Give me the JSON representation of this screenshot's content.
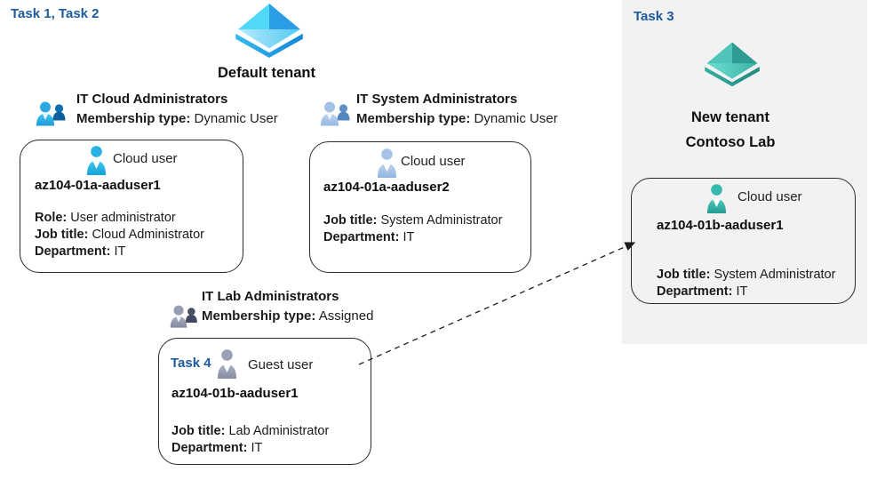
{
  "left": {
    "task_label": "Task 1, Task 2",
    "tenant_name": "Default tenant",
    "groups": [
      {
        "name": "IT Cloud Administrators",
        "membership_label": "Membership type:",
        "membership_value": "Dynamic User"
      },
      {
        "name": "IT System Administrators",
        "membership_label": "Membership type:",
        "membership_value": "Dynamic User"
      },
      {
        "name": "IT Lab Administrators",
        "membership_label": "Membership type:",
        "membership_value": "Assigned"
      }
    ],
    "cards": [
      {
        "user_type": "Cloud user",
        "name": "az104-01a-aaduser1",
        "attributes": [
          {
            "label": "Role:",
            "value": "User administrator"
          },
          {
            "label": "Job title:",
            "value": "Cloud Administrator"
          },
          {
            "label": "Department:",
            "value": "IT"
          }
        ]
      },
      {
        "user_type": "Cloud user",
        "name": "az104-01a-aaduser2",
        "attributes": [
          {
            "label": "Job title:",
            "value": "System Administrator"
          },
          {
            "label": "Department:",
            "value": "IT"
          }
        ]
      },
      {
        "task_label": "Task 4",
        "user_type": "Guest user",
        "name": "az104-01b-aaduser1",
        "attributes": [
          {
            "label": "Job title:",
            "value": "Lab Administrator"
          },
          {
            "label": "Department:",
            "value": "IT"
          }
        ]
      }
    ]
  },
  "right": {
    "task_label": "Task 3",
    "tenant_name_line1": "New tenant",
    "tenant_name_line2": "Contoso Lab",
    "card": {
      "user_type": "Cloud user",
      "name": "az104-01b-aaduser1",
      "attributes": [
        {
          "label": "Job title:",
          "value": "System Administrator"
        },
        {
          "label": "Department:",
          "value": "IT"
        }
      ]
    }
  },
  "icons": {
    "tenant_blue": "azure-ad-diamond-blue",
    "tenant_teal": "azure-ad-diamond-teal",
    "group": "two-people-silhouette",
    "cloud_user": "person-silhouette",
    "guest_user": "person-silhouette-gray"
  },
  "colors": {
    "task_label": "#1b5a9c",
    "panel_bg": "#f2f2f2",
    "card_border": "#2b2b2b",
    "cyan_user": "#29b2e4",
    "pale_user": "#a5c4e7",
    "gray_user": "#9aa0b5",
    "teal_user": "#35bab0",
    "arrow": "#1a1a1a"
  }
}
